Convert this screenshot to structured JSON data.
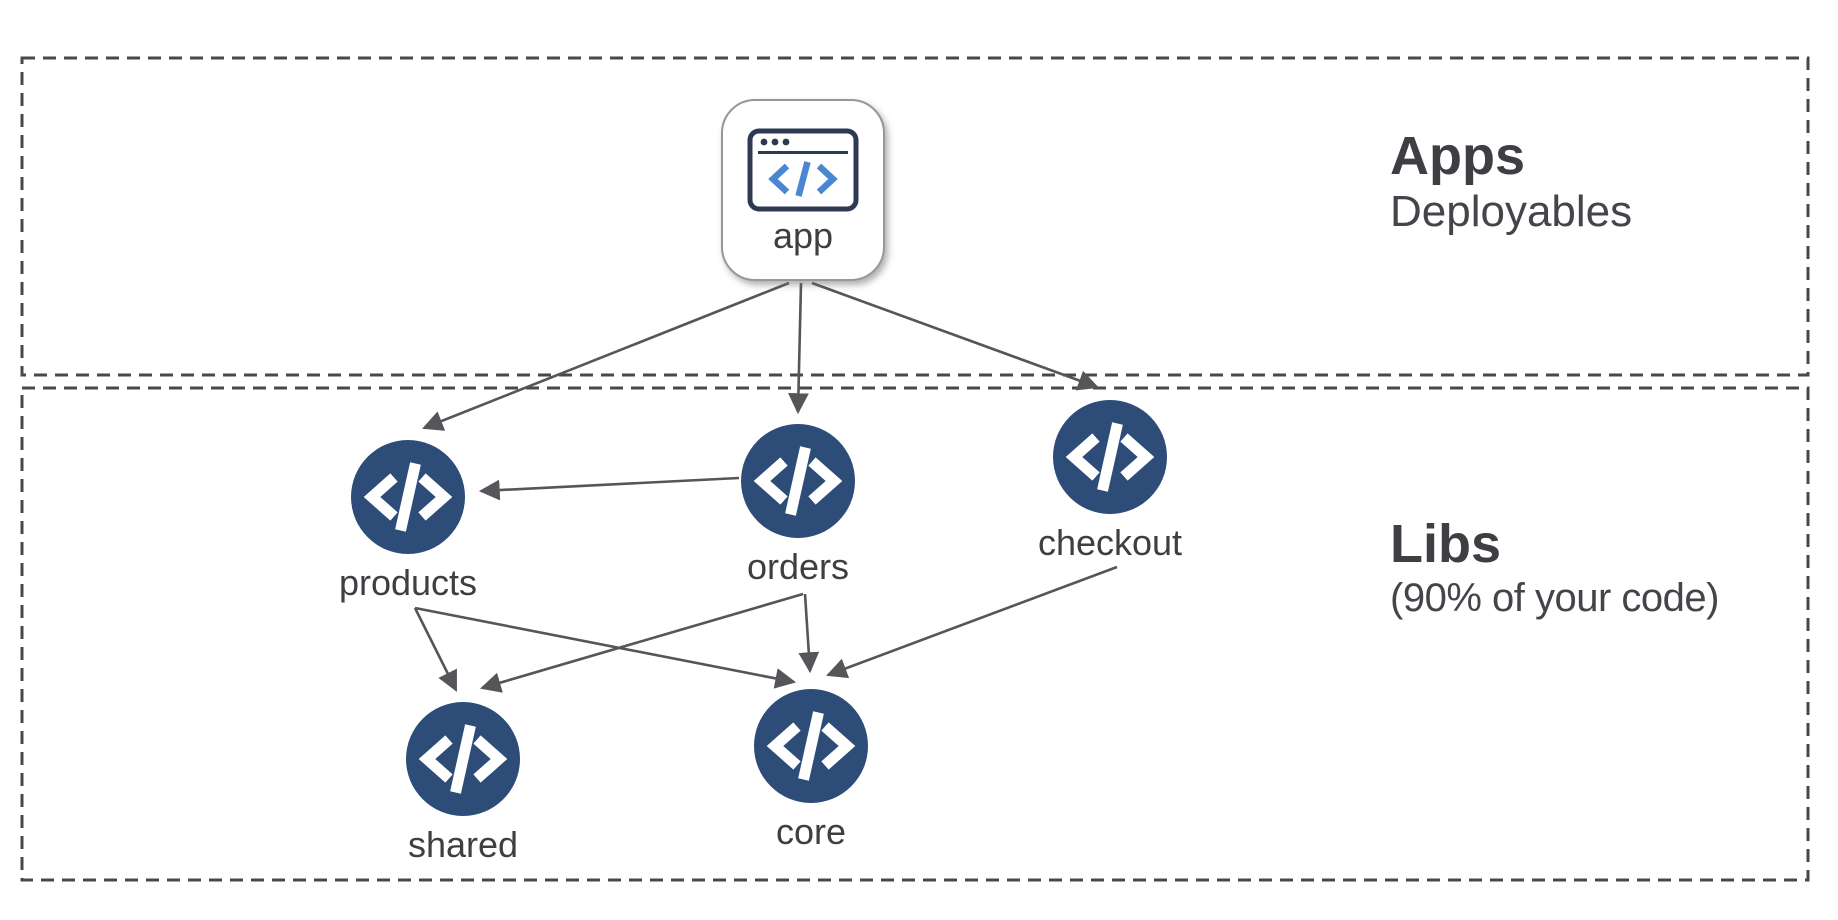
{
  "sections": {
    "apps": {
      "title": "Apps",
      "subtitle": "Deployables"
    },
    "libs": {
      "title": "Libs",
      "subtitle": "(90% of your code)"
    }
  },
  "nodes": {
    "app": {
      "label": "app",
      "icon": "browser-code-icon",
      "shape": "rounded-square"
    },
    "products": {
      "label": "products",
      "icon": "code-icon",
      "shape": "circle"
    },
    "orders": {
      "label": "orders",
      "icon": "code-icon",
      "shape": "circle"
    },
    "checkout": {
      "label": "checkout",
      "icon": "code-icon",
      "shape": "circle"
    },
    "shared": {
      "label": "shared",
      "icon": "code-icon",
      "shape": "circle"
    },
    "core": {
      "label": "core",
      "icon": "code-icon",
      "shape": "circle"
    }
  },
  "edges": [
    {
      "from": "app",
      "to": "products"
    },
    {
      "from": "app",
      "to": "orders"
    },
    {
      "from": "app",
      "to": "checkout"
    },
    {
      "from": "orders",
      "to": "products"
    },
    {
      "from": "products",
      "to": "shared"
    },
    {
      "from": "products",
      "to": "core"
    },
    {
      "from": "orders",
      "to": "shared"
    },
    {
      "from": "orders",
      "to": "core"
    },
    {
      "from": "checkout",
      "to": "core"
    }
  ],
  "colors": {
    "node_fill": "#2d4c78",
    "node_glyph": "#ffffff",
    "edge": "#55555a",
    "boundary_dash": "#48484c",
    "text": "#3e3e43",
    "app_icon_outline": "#2e3a52",
    "app_icon_code": "#4a87d3"
  }
}
